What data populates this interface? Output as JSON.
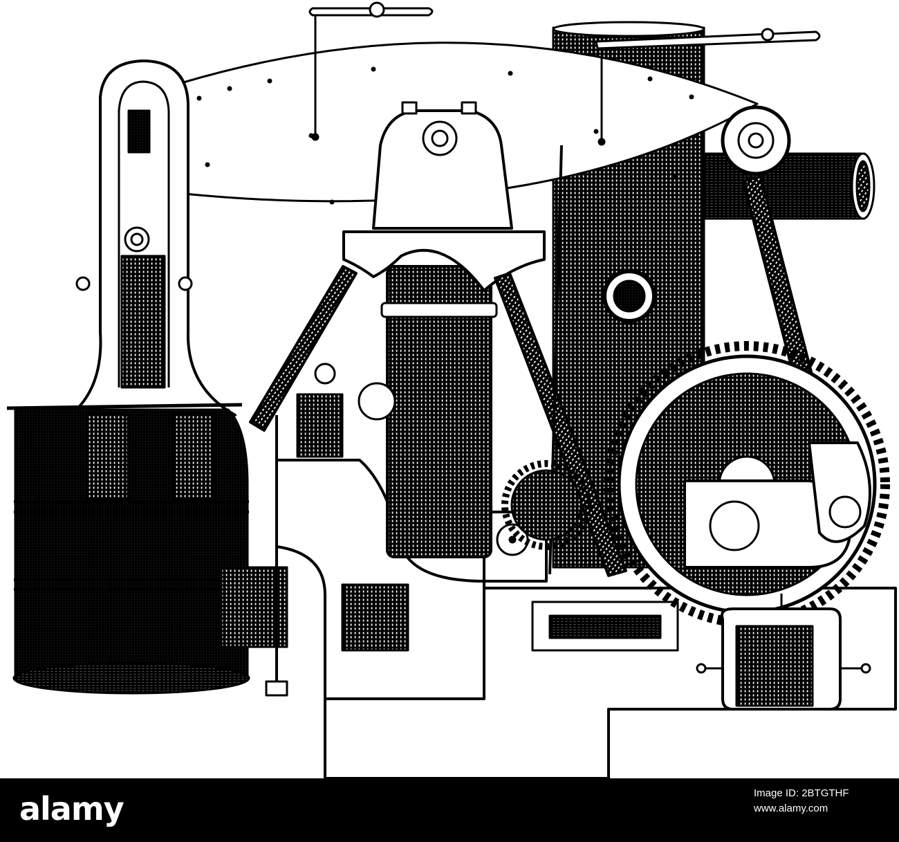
{
  "image": {
    "subject": "engraved-steam-engine-illustration",
    "colors": {
      "ink": "#000000",
      "paper": "#ffffff"
    }
  },
  "footer": {
    "logo": "alamy",
    "image_id": "Image ID: 2BTGTHF",
    "url": "www.alamy.com"
  }
}
